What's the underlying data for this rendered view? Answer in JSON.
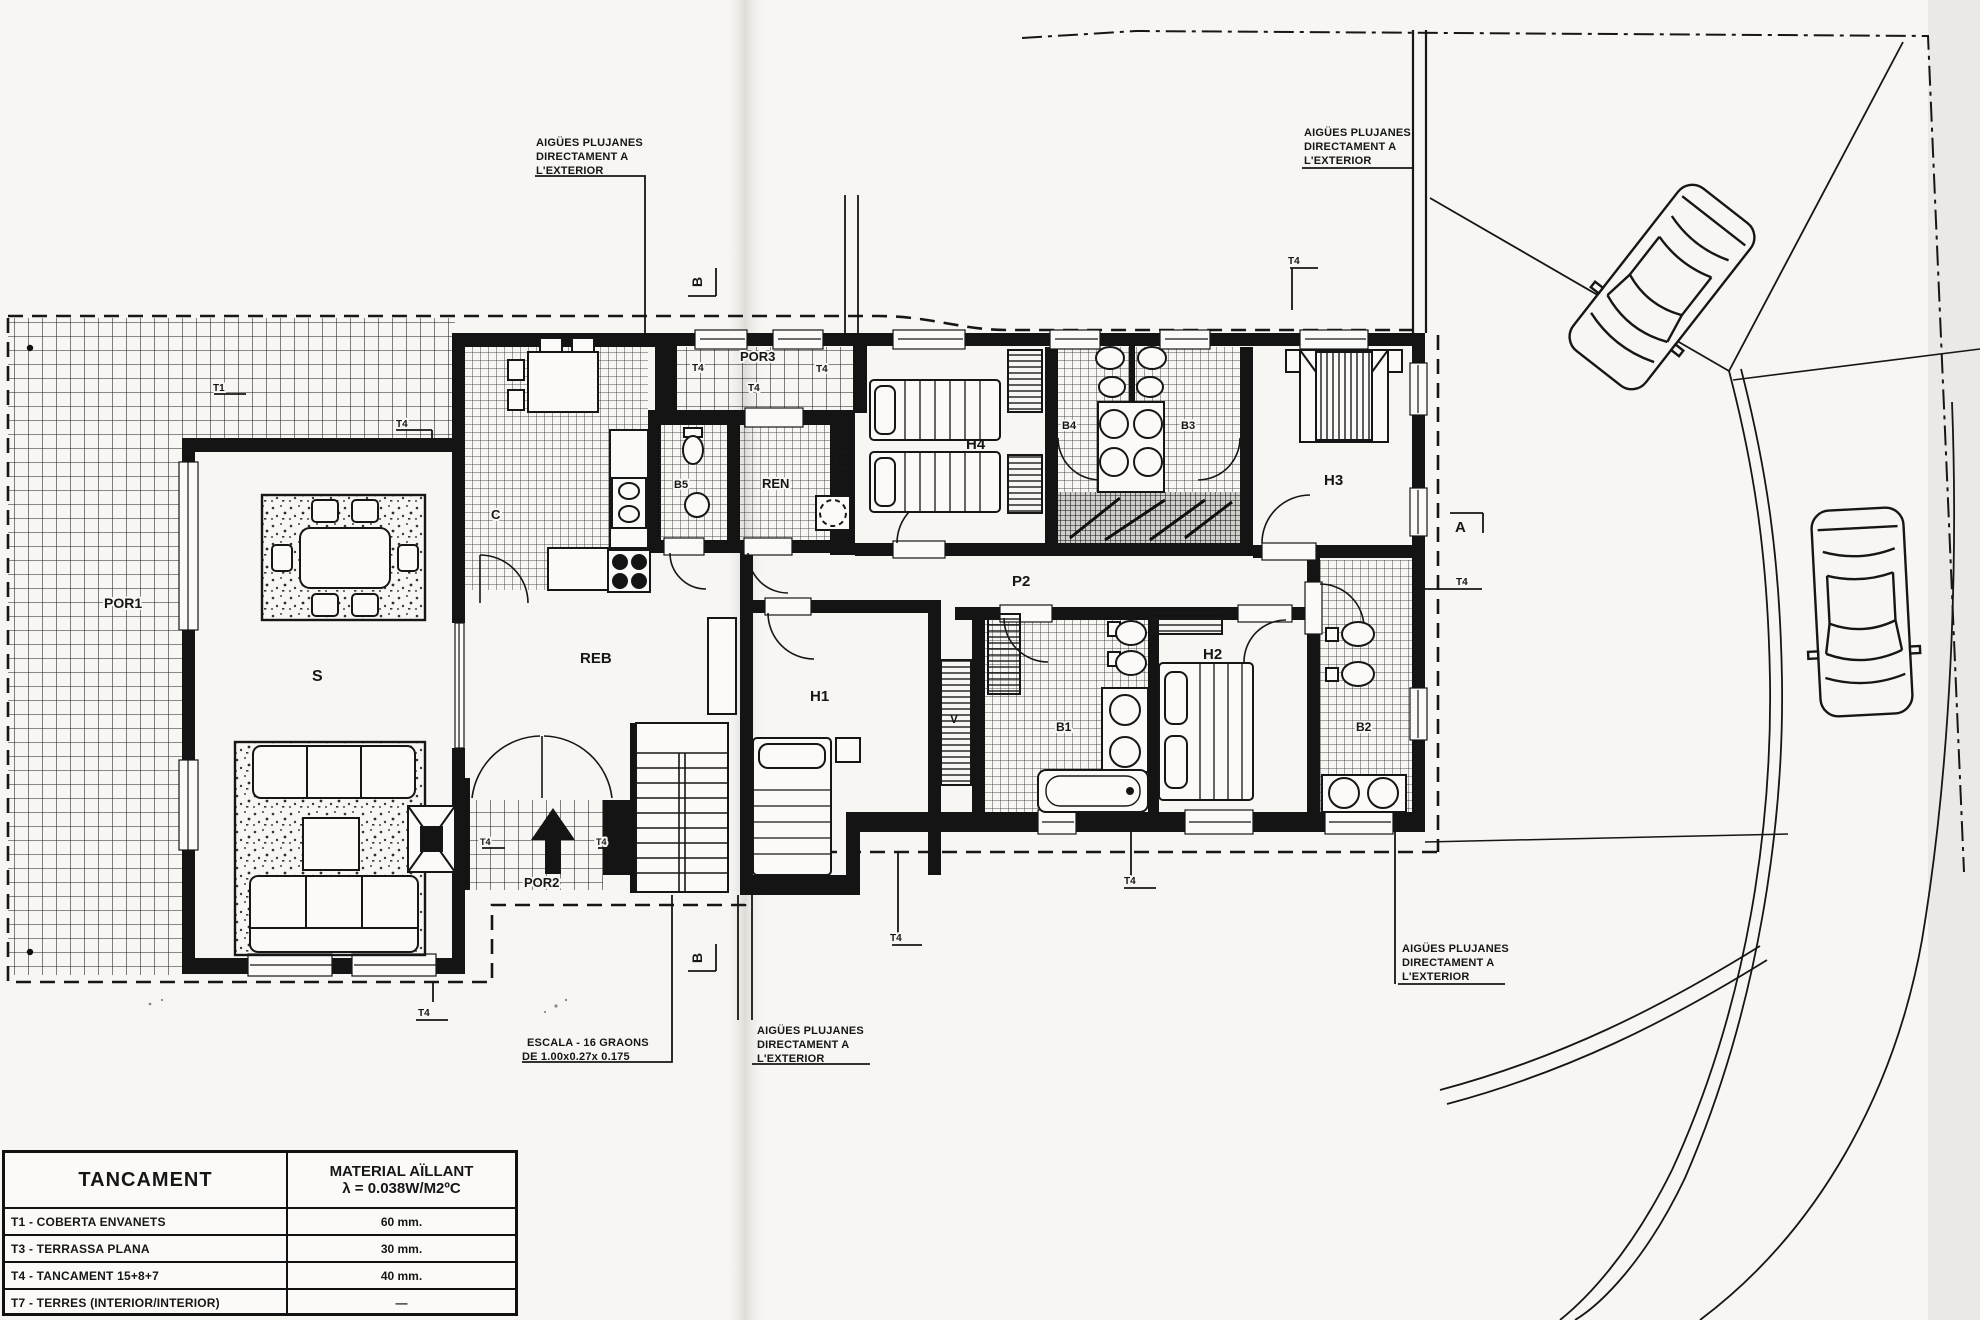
{
  "annotations": {
    "rain_l1": "AIGÜES PLUJANES",
    "rain_l2": "DIRECTAMENT A",
    "rain_l3": "L'EXTERIOR",
    "stairs_note_l1": "ESCALA - 16 GRAONS",
    "stairs_note_l2": "DE 1.00x0.27x 0.175"
  },
  "rooms": {
    "por1": "POR1",
    "s": "S",
    "c": "C",
    "reb": "REB",
    "por2": "POR2",
    "por3": "POR3",
    "b5": "B5",
    "ren": "REN",
    "h4": "H4",
    "p2": "P2",
    "h1": "H1",
    "v": "V",
    "h2": "H2",
    "h3": "H3",
    "b1": "B1",
    "b2": "B2",
    "b3": "B3",
    "b4": "B4"
  },
  "markers": {
    "section_a": "A",
    "section_b": "B",
    "t1": "T1",
    "t4": "T4"
  },
  "legend": {
    "col_tancament": "TANCAMENT",
    "col_material_l1": "MATERIAL AÏLLANT",
    "col_material_l2": "λ = 0.038W/M2ºC",
    "rows": [
      {
        "tancament": "T1 - COBERTA ENVANETS",
        "material": "60 mm."
      },
      {
        "tancament": "T3 - TERRASSA PLANA",
        "material": "30 mm."
      },
      {
        "tancament": "T4 - TANCAMENT 15+8+7",
        "material": "40 mm."
      },
      {
        "tancament": "T7 - TERRES (INTERIOR/INTERIOR)",
        "material": "—"
      }
    ]
  }
}
